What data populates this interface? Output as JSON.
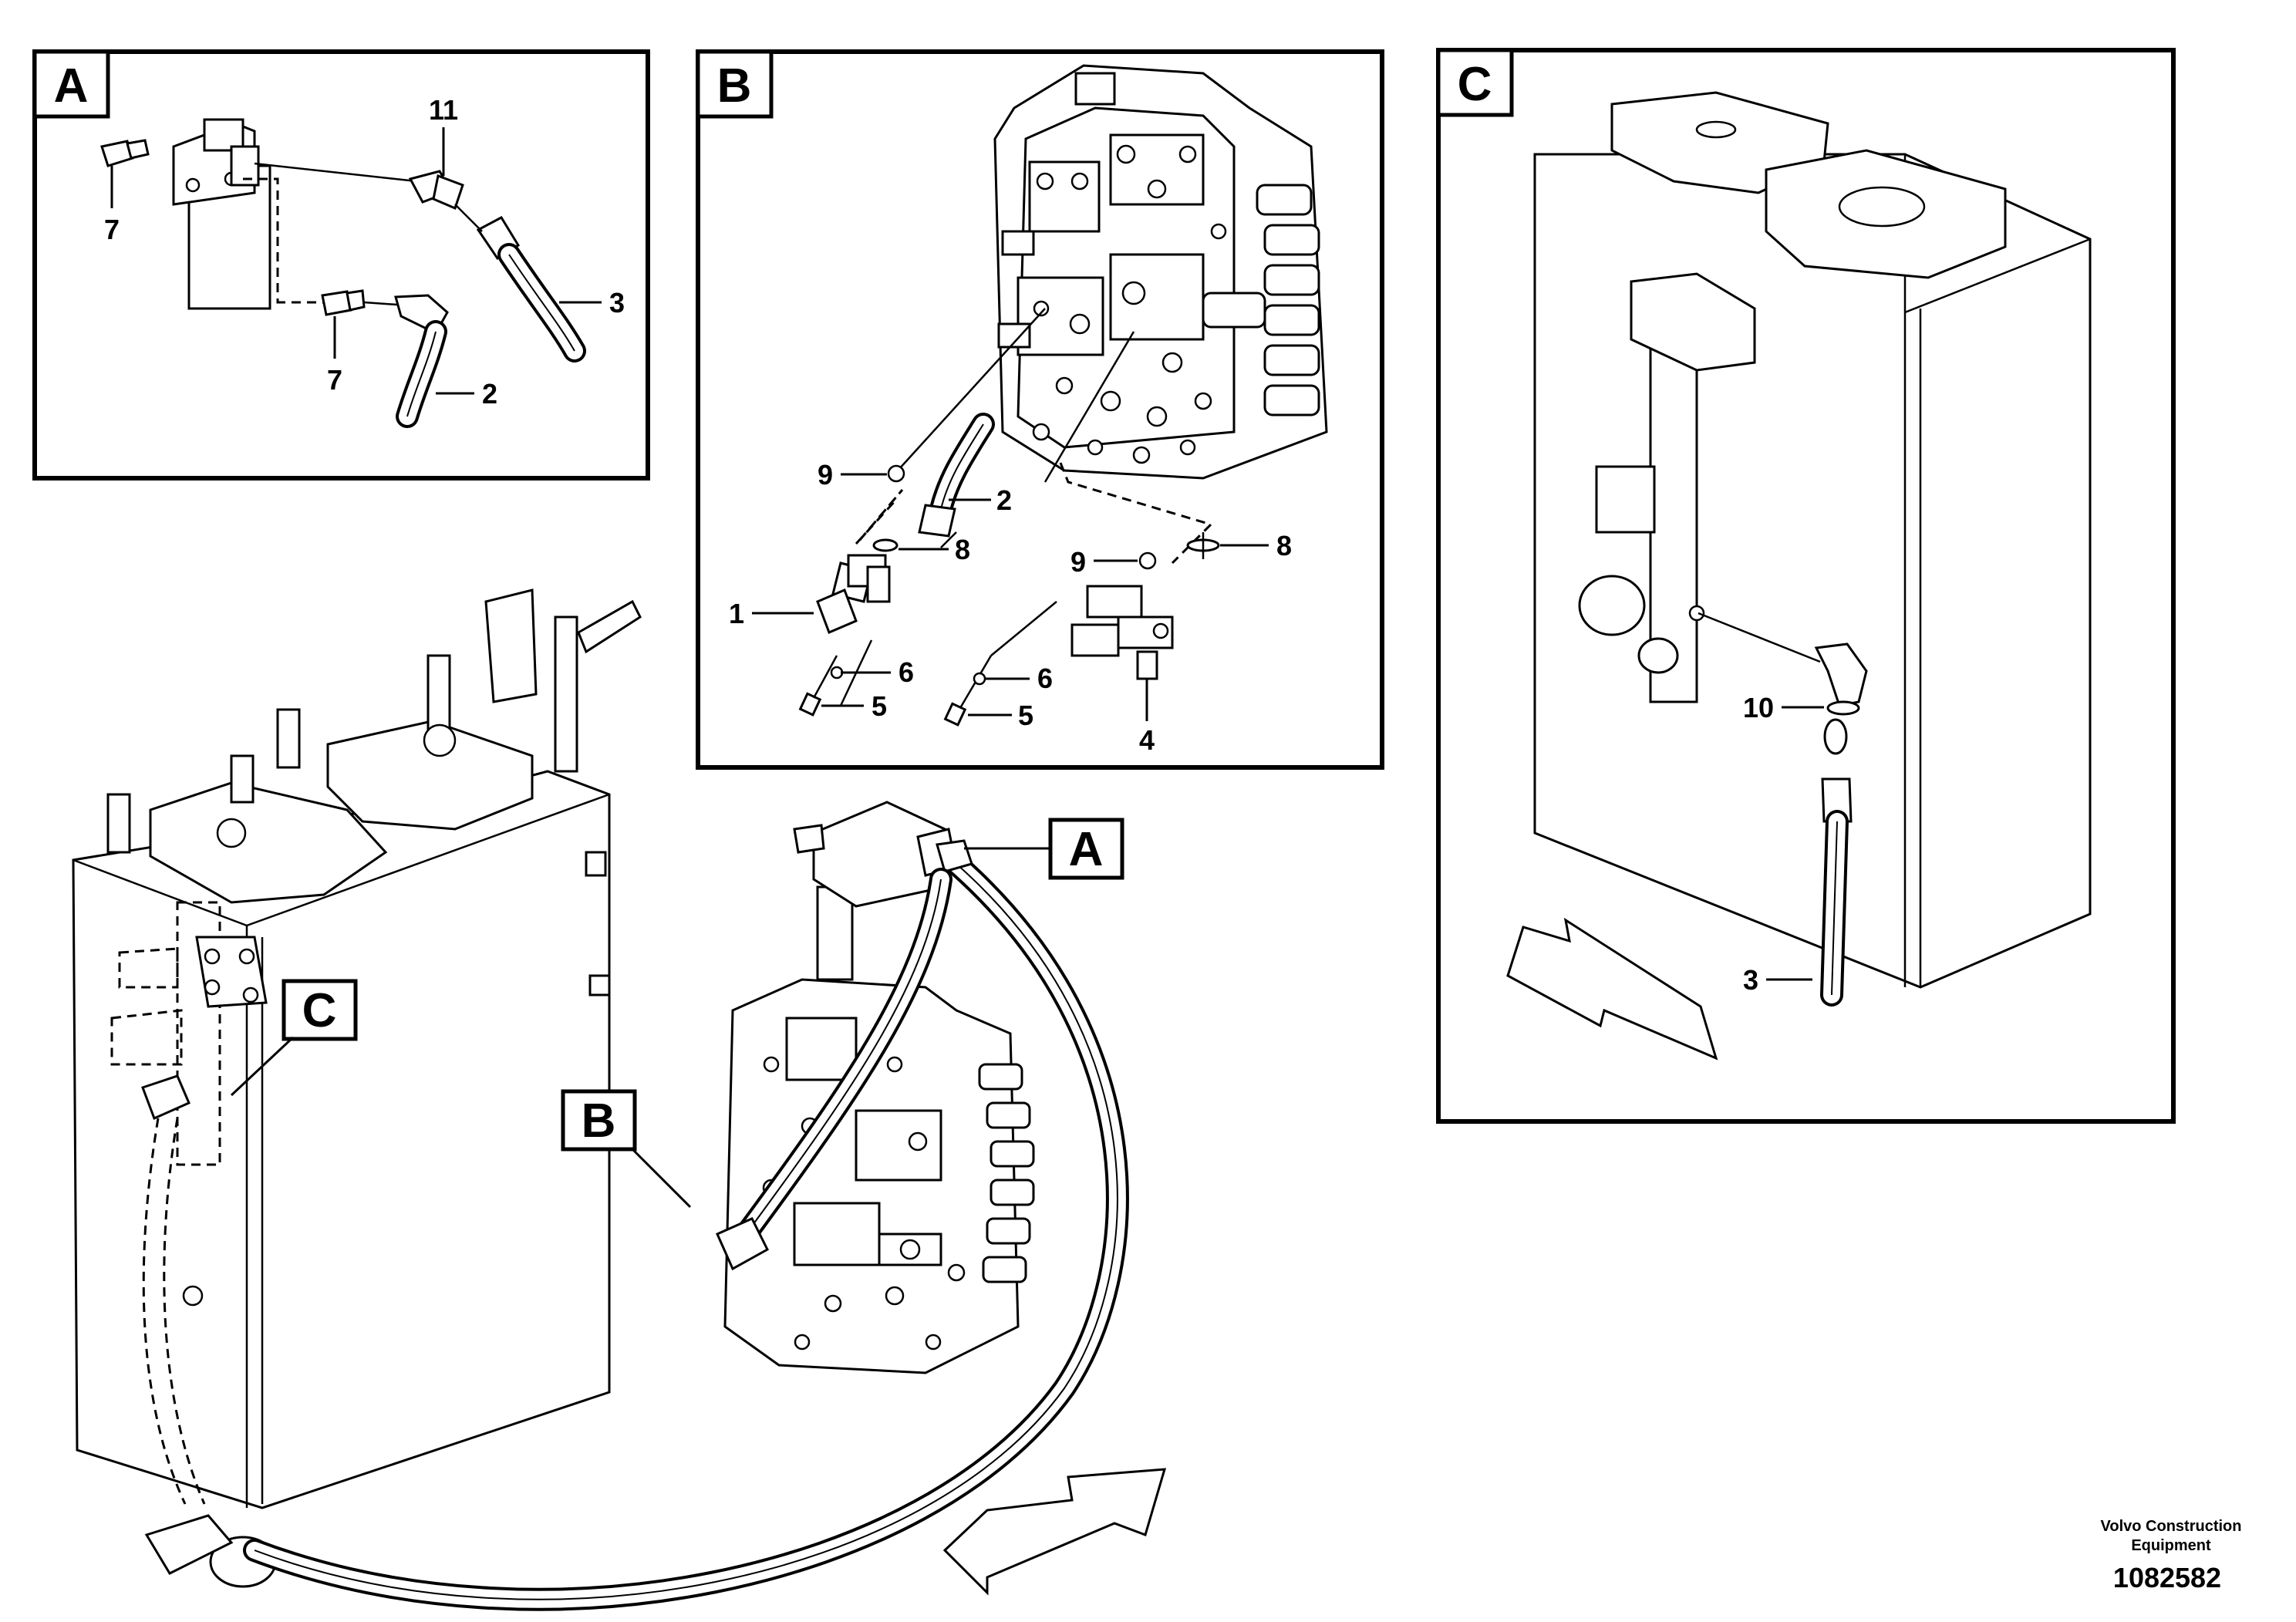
{
  "views": {
    "a": {
      "tag": "A",
      "labels": {
        "p7a": "7",
        "p7b": "7",
        "p11": "11",
        "p3": "3",
        "p2": "2"
      }
    },
    "b": {
      "tag": "B",
      "labels": {
        "p9a": "9",
        "p2": "2",
        "p8a": "8",
        "p1": "1",
        "p6a": "6",
        "p5a": "5",
        "p9b": "9",
        "p8b": "8",
        "p6b": "6",
        "p5b": "5",
        "p4": "4"
      }
    },
    "c": {
      "tag": "C",
      "labels": {
        "p10": "10",
        "p3": "3"
      }
    }
  },
  "main": {
    "callouts": {
      "a": "A",
      "b": "B",
      "c": "C"
    }
  },
  "footer": {
    "brand_line1": "Volvo Construction",
    "brand_line2": "Equipment",
    "part_number": "1082582"
  }
}
